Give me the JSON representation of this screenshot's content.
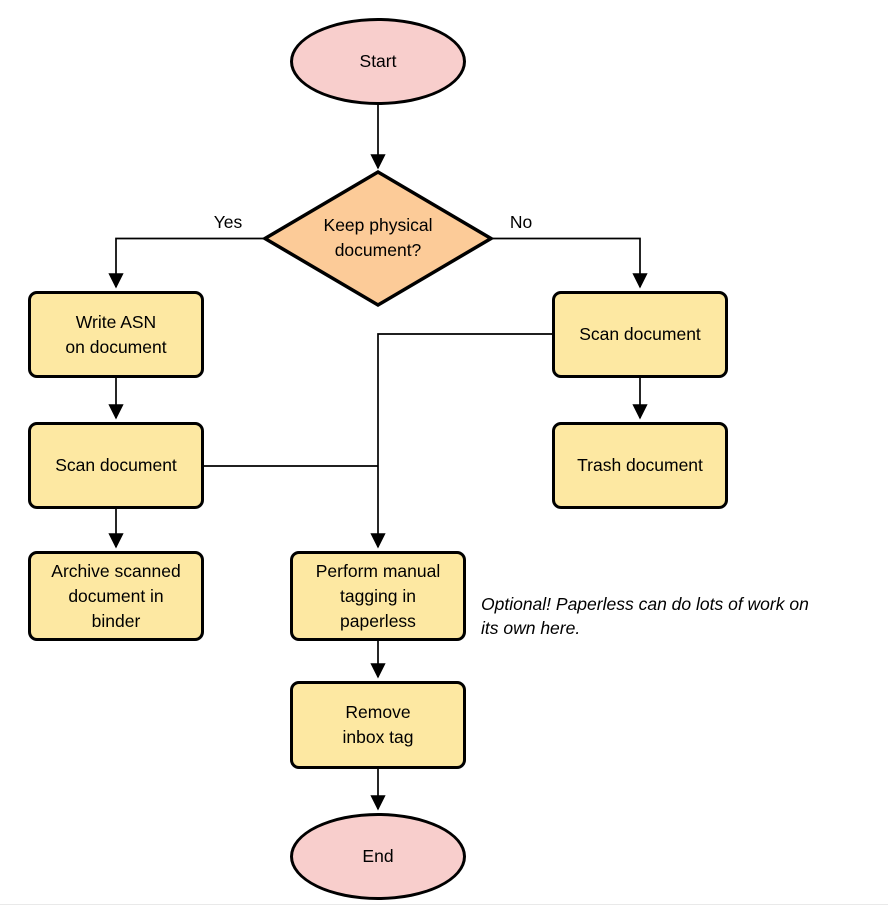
{
  "diagram": {
    "type": "flowchart",
    "nodes": {
      "start": {
        "label": "Start",
        "shape": "terminator"
      },
      "decision": {
        "lines": [
          "Keep physical",
          "document?"
        ],
        "shape": "decision"
      },
      "write_asn": {
        "lines": [
          "Write ASN",
          "on document"
        ],
        "shape": "process"
      },
      "scan_left": {
        "label": "Scan document",
        "shape": "process"
      },
      "archive": {
        "lines": [
          "Archive scanned",
          "document in",
          "binder"
        ],
        "shape": "process"
      },
      "scan_right": {
        "label": "Scan document",
        "shape": "process"
      },
      "trash": {
        "label": "Trash document",
        "shape": "process"
      },
      "perform_tagging": {
        "lines": [
          "Perform manual",
          "tagging in",
          "paperless"
        ],
        "shape": "process"
      },
      "remove_inbox": {
        "lines": [
          "Remove",
          "inbox tag"
        ],
        "shape": "process"
      },
      "end": {
        "label": "End",
        "shape": "terminator"
      }
    },
    "edge_labels": {
      "yes": "Yes",
      "no": "No"
    },
    "annotation": {
      "lines": [
        "Optional! Paperless can do lots of work on",
        "its own here."
      ]
    },
    "colors": {
      "terminator_fill": "#F8CECC",
      "decision_fill": "#FCCB98",
      "process_fill": "#FDE8A2",
      "stroke": "#000000",
      "annotation_color": "#000000"
    }
  }
}
